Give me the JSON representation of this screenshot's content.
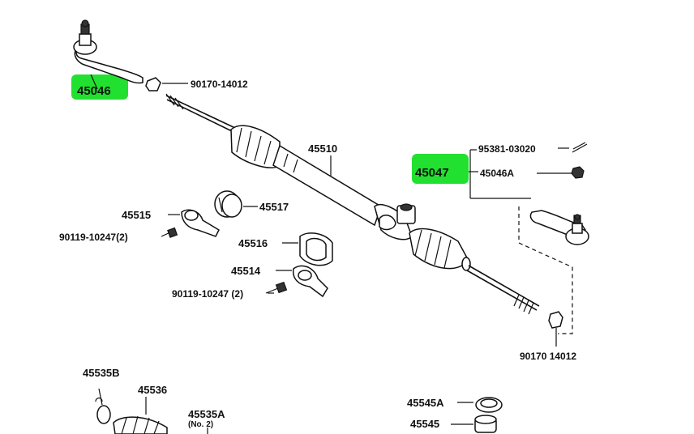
{
  "colors": {
    "highlight": "#22e02f",
    "ink": "#111111",
    "background": "#ffffff"
  },
  "labels": {
    "tie_rod_end_lh": "45046",
    "nut_top": "90170-14012",
    "rack_assembly": "45510",
    "kit_bolt": "95381-03020",
    "tie_rod_end_rh": "45047",
    "tie_rod_end_sub": "45046A",
    "bracket_upper": "45515",
    "bushing_upper": "45517",
    "bolt_upper": "90119-10247(2)",
    "bushing_lower": "45516",
    "bracket_lower": "45514",
    "bolt_lower": "90119-10247 (2)",
    "nut_bottom": "90170 14012",
    "clamp_b": "45535B",
    "boot": "45536",
    "clamp_a": "45535A",
    "clamp_a_note": "(No. 2)",
    "seal_a": "45545A",
    "seal": "45545"
  }
}
